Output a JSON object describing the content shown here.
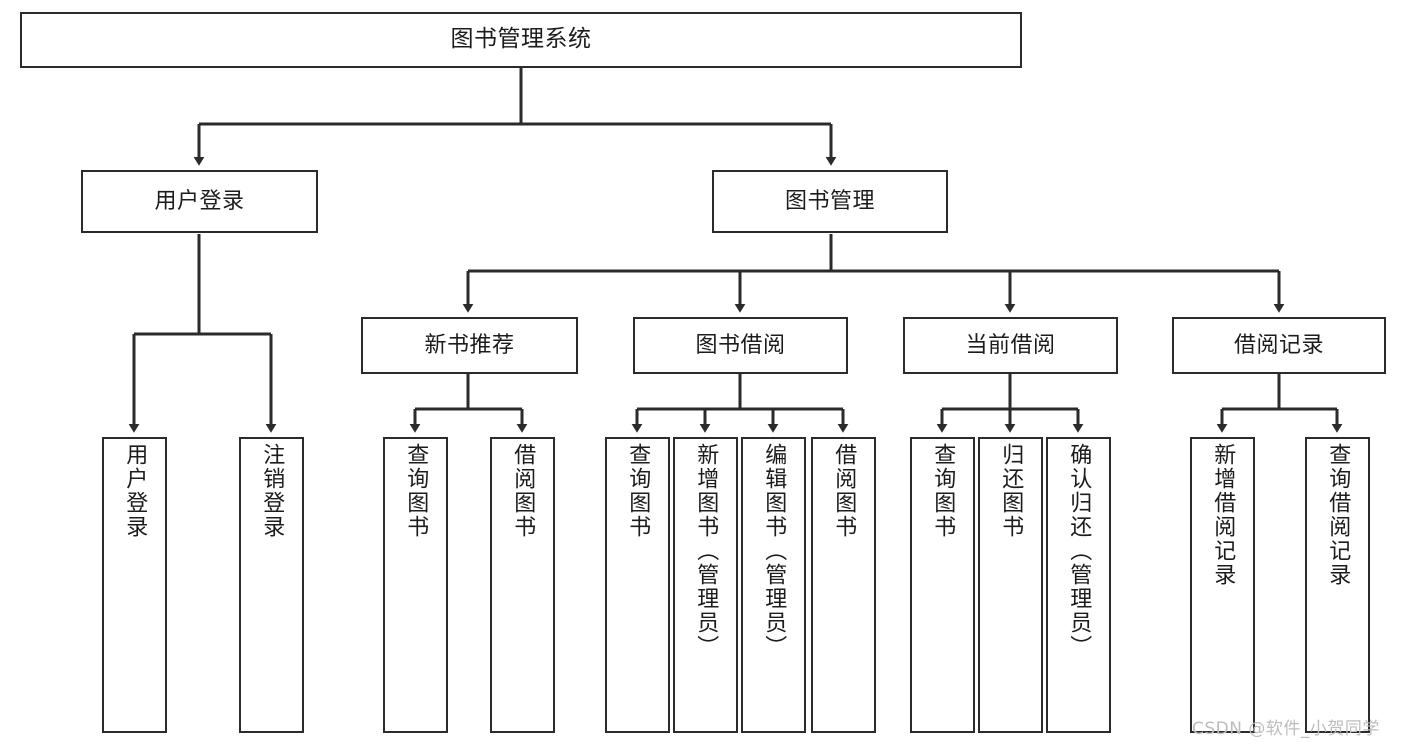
{
  "diagram": {
    "title": "图书管理系统",
    "watermark": "CSDN @软件_小贺同学",
    "colors": {
      "stroke": "#2b2b2b",
      "fill": "#ffffff",
      "text": "#1c1c1c",
      "watermark": "#bdbdbd"
    }
  },
  "nodes": {
    "root": {
      "label": "图书管理系统"
    },
    "level2": [
      {
        "label": "用户登录"
      },
      {
        "label": "图书管理"
      }
    ],
    "level3": [
      {
        "label": "新书推荐"
      },
      {
        "label": "图书借阅"
      },
      {
        "label": "当前借阅"
      },
      {
        "label": "借阅记录"
      }
    ],
    "leaves": {
      "user_login": [
        {
          "label": "用户登录"
        },
        {
          "label": "注销登录"
        }
      ],
      "new_book_recommend": [
        {
          "label": "查询图书"
        },
        {
          "label": "借阅图书"
        }
      ],
      "book_borrow": [
        {
          "label": "查询图书"
        },
        {
          "label": "新增图书（管理员）"
        },
        {
          "label": "编辑图书（管理员）"
        },
        {
          "label": "借阅图书"
        }
      ],
      "current_borrow": [
        {
          "label": "查询图书"
        },
        {
          "label": "归还图书"
        },
        {
          "label": "确认归还（管理员）"
        }
      ],
      "borrow_record": [
        {
          "label": "新增借阅记录"
        },
        {
          "label": "查询借阅记录"
        }
      ]
    }
  }
}
